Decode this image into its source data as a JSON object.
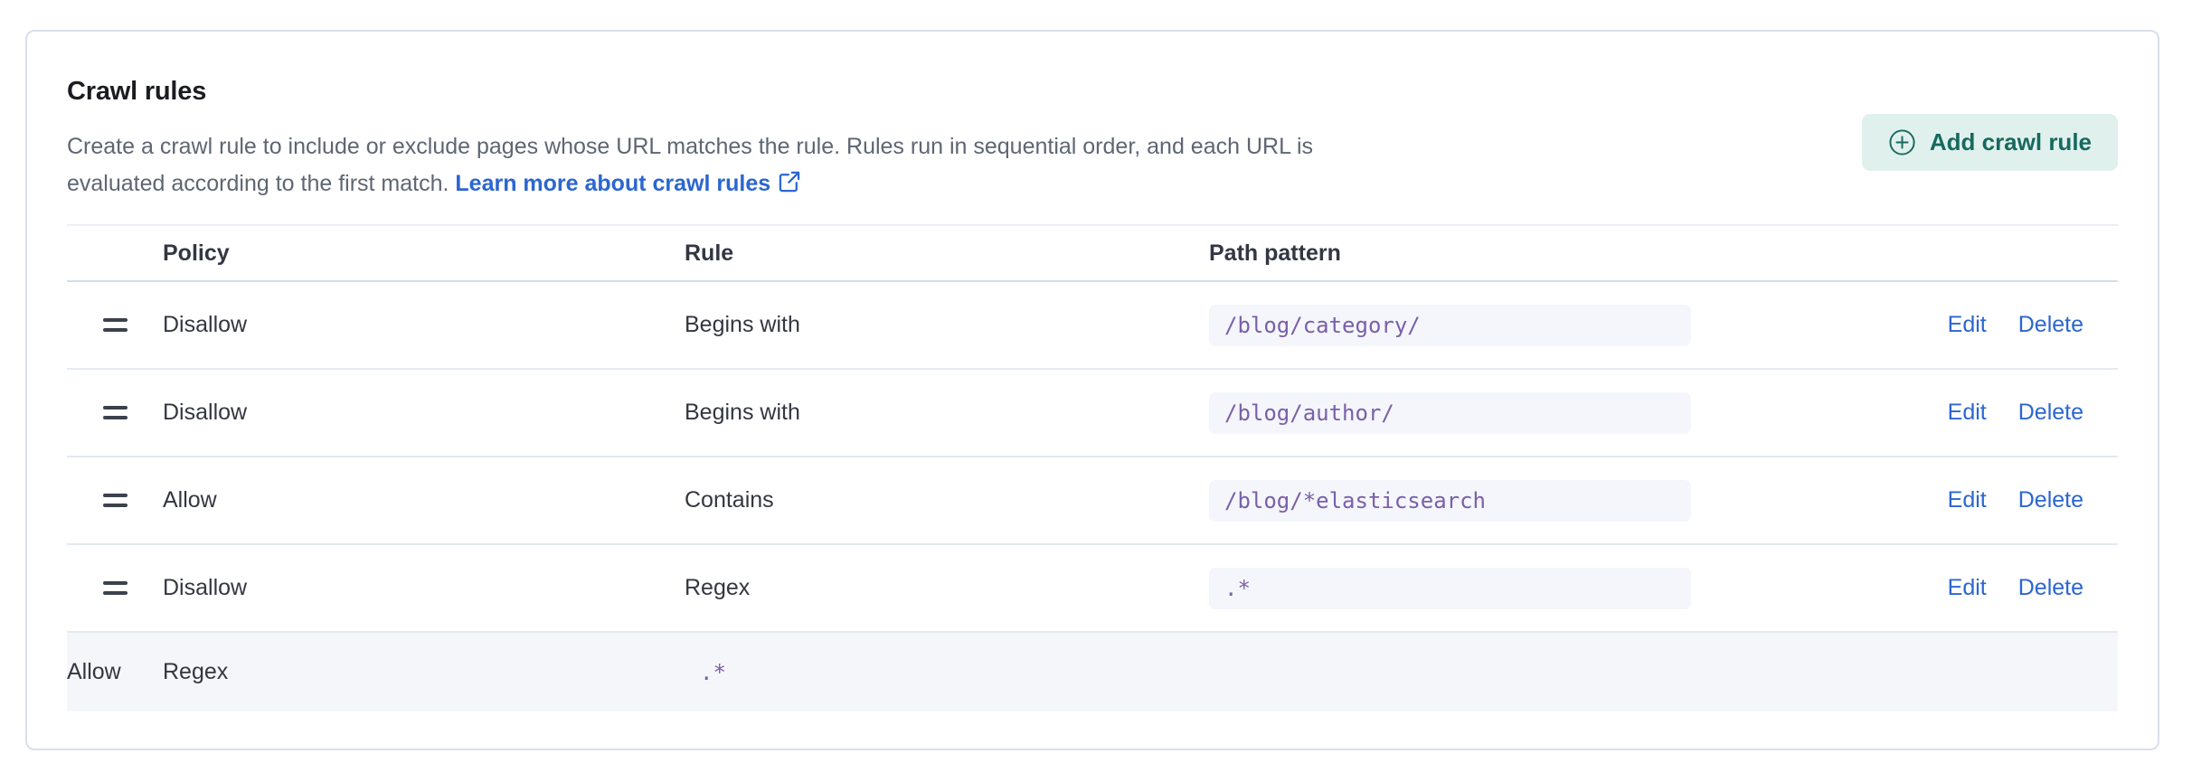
{
  "panel": {
    "title": "Crawl rules",
    "description_line1": "Create a crawl rule to include or exclude pages whose URL matches the rule. Rules run in sequential order, and each URL is",
    "description_line2": "evaluated according to the first match.",
    "learn_more_label": "Learn more about crawl rules",
    "learn_more_icon": "popout-icon",
    "add_button_label": "Add crawl rule",
    "add_button_icon": "plus-in-circle-icon"
  },
  "colors": {
    "link_blue": "#2b66d0",
    "button_bg": "#e0f1ed",
    "button_text": "#17695f",
    "code_purple": "#7a5fa8",
    "code_chip_bg": "#f4f6fb",
    "default_row_bg": "#f4f6fa",
    "card_border": "#d9dfec",
    "text_dark": "#343741",
    "text_subdued": "#5e6673"
  },
  "table": {
    "columns": [
      "Policy",
      "Rule",
      "Path pattern"
    ],
    "rows": [
      {
        "policy": "Disallow",
        "rule": "Begins with",
        "path": "/blog/category/",
        "draggable": true,
        "actions": [
          "Edit",
          "Delete"
        ]
      },
      {
        "policy": "Disallow",
        "rule": "Begins with",
        "path": "/blog/author/",
        "draggable": true,
        "actions": [
          "Edit",
          "Delete"
        ]
      },
      {
        "policy": "Allow",
        "rule": "Contains",
        "path": "/blog/*elasticsearch",
        "draggable": true,
        "actions": [
          "Edit",
          "Delete"
        ]
      },
      {
        "policy": "Disallow",
        "rule": "Regex",
        "path": ".*",
        "draggable": true,
        "actions": [
          "Edit",
          "Delete"
        ]
      },
      {
        "policy": "Allow",
        "rule": "Regex",
        "path": ".*",
        "draggable": false,
        "actions": []
      }
    ]
  }
}
